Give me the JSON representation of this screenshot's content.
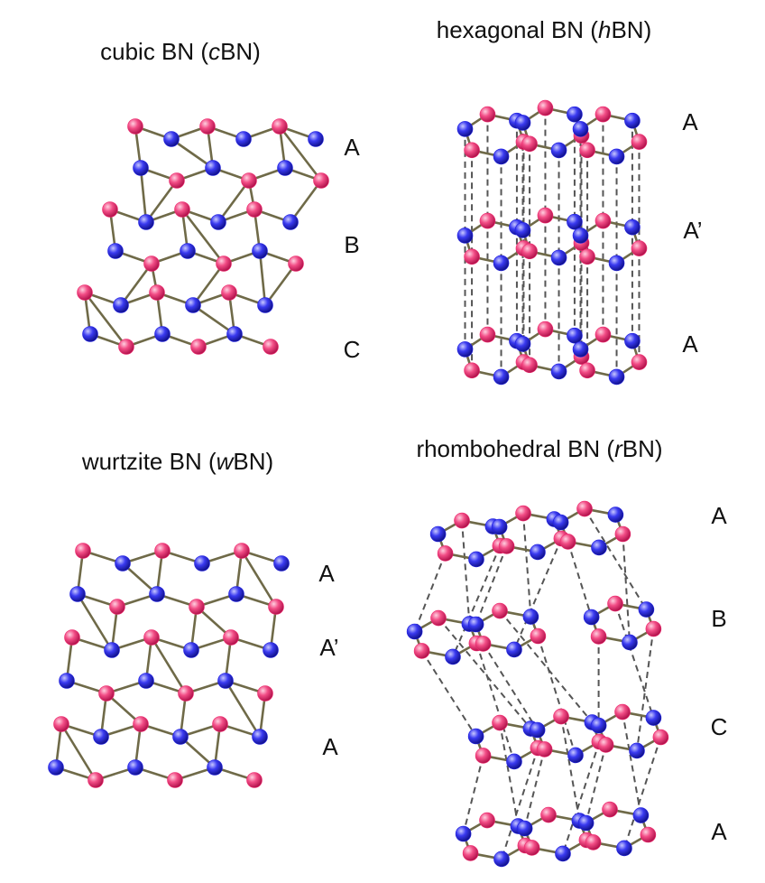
{
  "colors": {
    "boron": "#ee2a6e",
    "nitrogen": "#2020e0",
    "bond": "#6f6a48",
    "interlayer": "#555555"
  },
  "panels": [
    {
      "id": "cubic",
      "title_pre": "cubic BN (",
      "title_em": "c",
      "title_post": "BN)",
      "layers": [
        "A",
        "B",
        "C"
      ]
    },
    {
      "id": "hexagonal",
      "title_pre": "hexagonal BN (",
      "title_em": "h",
      "title_post": "BN)",
      "layers": [
        "A",
        "A’",
        "A"
      ]
    },
    {
      "id": "wurtzite",
      "title_pre": "wurtzite BN (",
      "title_em": "w",
      "title_post": "BN)",
      "layers": [
        "A",
        "A’",
        "A"
      ]
    },
    {
      "id": "rhombohedral",
      "title_pre": "rhombohedral BN (",
      "title_em": "r",
      "title_post": "BN)",
      "layers": [
        "A",
        "B",
        "C",
        "A"
      ]
    }
  ]
}
